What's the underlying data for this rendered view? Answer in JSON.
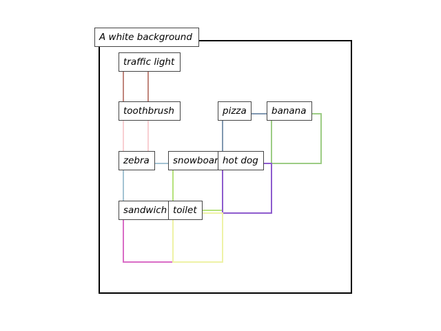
{
  "title": "A white background",
  "labels": {
    "traffic_light": "traffic light",
    "toothbrush": "toothbrush",
    "pizza": "pizza",
    "banana": "banana",
    "zebra": "zebra",
    "snowboard": "snowboard",
    "hot_dog": "hot dog",
    "sandwich": "sandwich",
    "toilet": "toilet"
  },
  "colors": {
    "frame": "#000000",
    "traffic_light": "#c0857c",
    "toothbrush": "#f8cfd2",
    "pizza": "#7f97b0",
    "banana": "#9ccc84",
    "zebra": "#a3c3d3",
    "snowboard": "#b6e27c",
    "hot_dog": "#8d5bcd",
    "sandwich": "#d96cc6",
    "toilet": "#eef2a6"
  }
}
